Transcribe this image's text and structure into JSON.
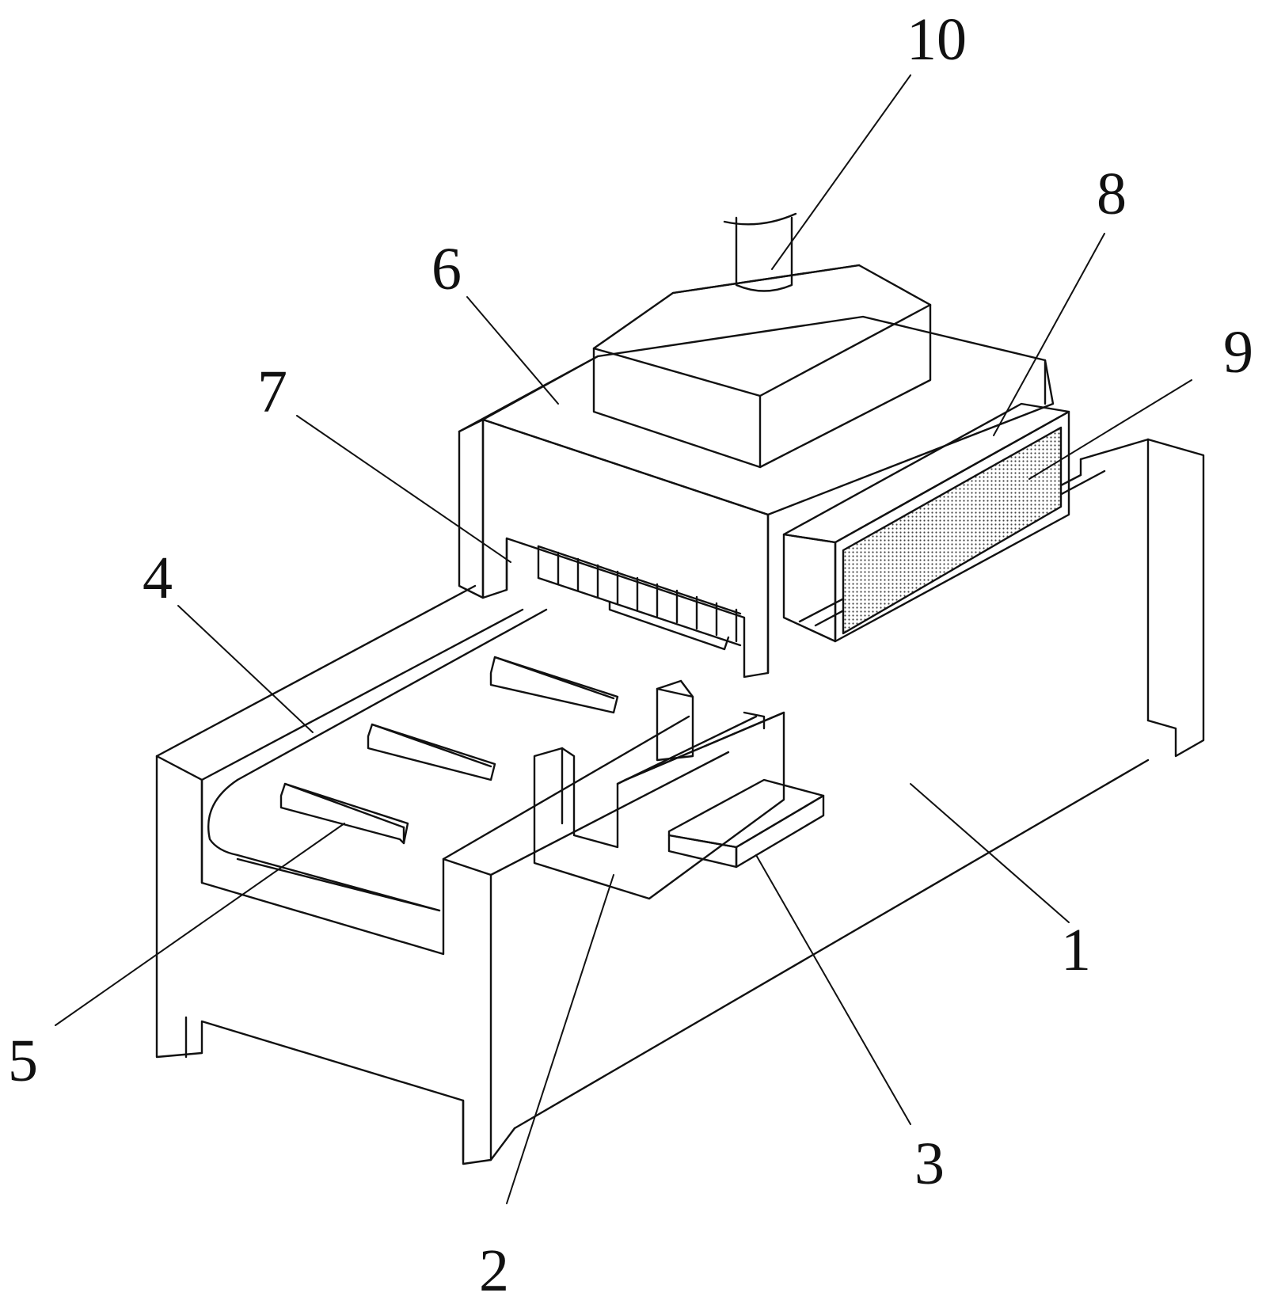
{
  "figure": {
    "labels": [
      {
        "id": "p1",
        "text": "1"
      },
      {
        "id": "p2",
        "text": "2"
      },
      {
        "id": "p3",
        "text": "3"
      },
      {
        "id": "p4",
        "text": "4"
      },
      {
        "id": "p5",
        "text": "5"
      },
      {
        "id": "p6",
        "text": "6"
      },
      {
        "id": "p7",
        "text": "7"
      },
      {
        "id": "p8",
        "text": "8"
      },
      {
        "id": "p9",
        "text": "9"
      },
      {
        "id": "p10",
        "text": "10"
      }
    ]
  },
  "colors": {
    "stroke": "#111111",
    "background": "#ffffff"
  }
}
